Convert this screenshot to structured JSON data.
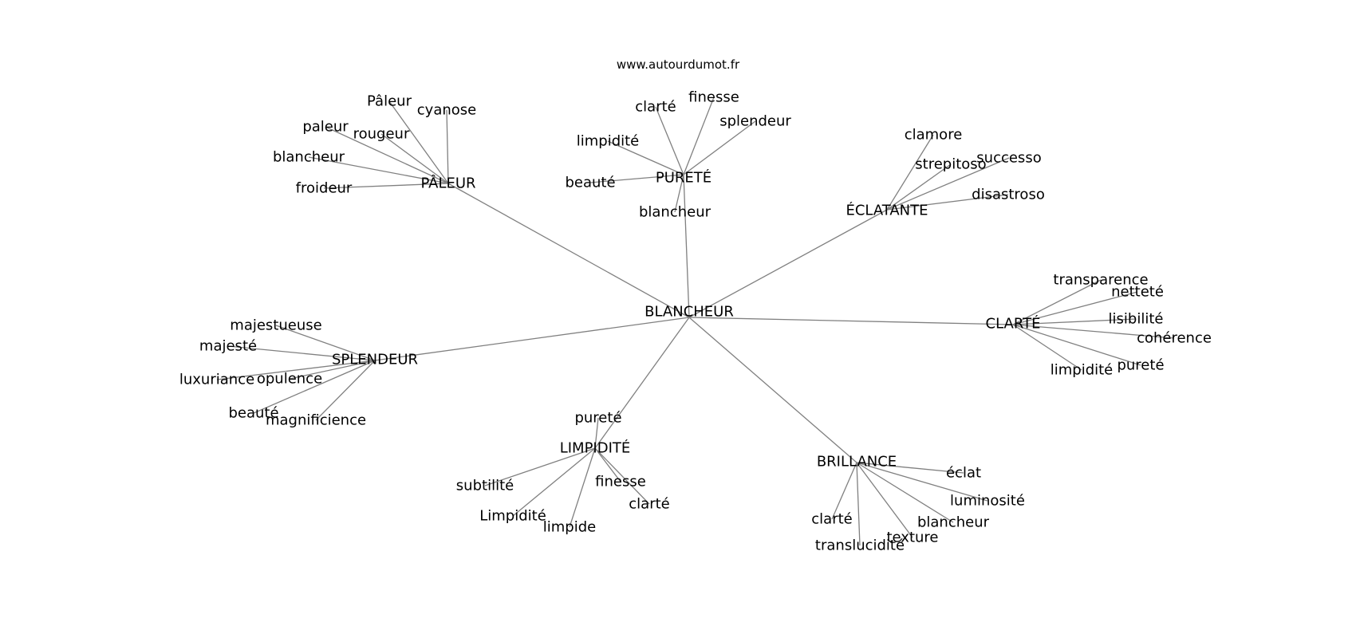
{
  "source_url": "www.autourdumot.fr",
  "center": "BLANCHEUR",
  "clusters": [
    {
      "label": "PÂLEUR",
      "words": [
        "Pâleur",
        "cyanose",
        "paleur",
        "rougeur",
        "blancheur",
        "froideur"
      ]
    },
    {
      "label": "PURETÉ",
      "words": [
        "clarté",
        "finesse",
        "splendeur",
        "limpidité",
        "beauté",
        "blancheur"
      ]
    },
    {
      "label": "ÉCLATANTE",
      "words": [
        "clamore",
        "strepitoso",
        "successo",
        "disastroso"
      ]
    },
    {
      "label": "CLARTÉ",
      "words": [
        "transparence",
        "netteté",
        "lisibilité",
        "cohérence",
        "pureté",
        "limpidité"
      ]
    },
    {
      "label": "BRILLANCE",
      "words": [
        "éclat",
        "luminosité",
        "blancheur",
        "texture",
        "clarté",
        "translucidité"
      ]
    },
    {
      "label": "LIMPIDITÉ",
      "words": [
        "pureté",
        "finesse",
        "clarté",
        "limpide",
        "Limpidité",
        "subtilité"
      ]
    },
    {
      "label": "SPLENDEUR",
      "words": [
        "majestueuse",
        "majesté",
        "luxuriance",
        "opulence",
        "beauté",
        "magnificience"
      ]
    }
  ]
}
